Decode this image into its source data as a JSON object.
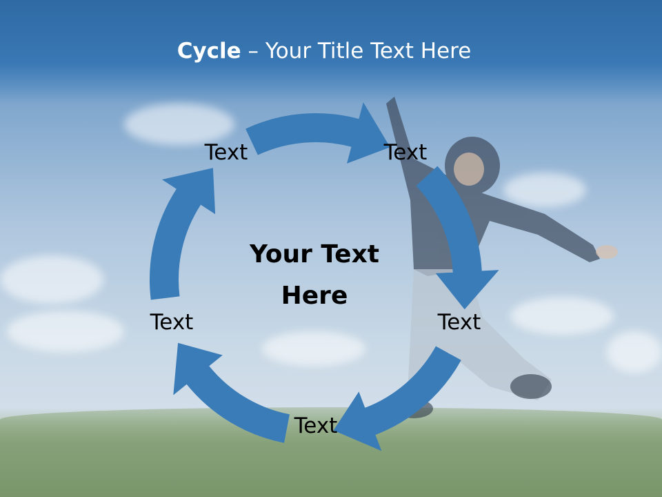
{
  "title": {
    "bold": "Cycle",
    "rest": " – Your Title Text Here"
  },
  "center_text": {
    "line1": "Your Text",
    "line2": "Here"
  },
  "steps": [
    {
      "label": "Text"
    },
    {
      "label": "Text"
    },
    {
      "label": "Text"
    },
    {
      "label": "Text"
    },
    {
      "label": "Text"
    }
  ],
  "colors": {
    "arrow": "#3a7cb8",
    "title_band": "#3574b0",
    "title_text": "#ffffff"
  }
}
